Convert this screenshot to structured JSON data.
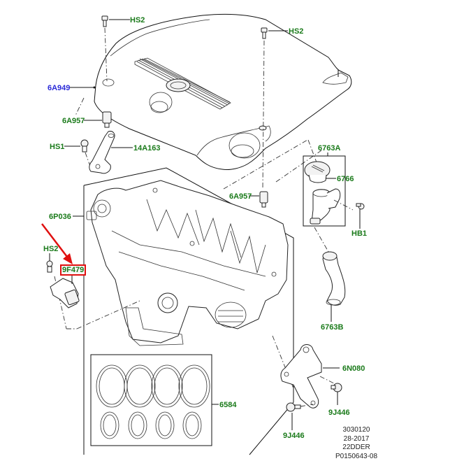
{
  "diagram": {
    "type": "exploded parts diagram",
    "subject": "Engine cover and intake manifold assembly",
    "accent_colors": {
      "label_green": "#1a7a1a",
      "label_blue": "#2a2ad8",
      "highlight_red": "#e01010"
    }
  },
  "callouts": {
    "hs2_top_left": "HS2",
    "hs2_top_right": "HS2",
    "engine_cover": "6A949",
    "grommet_left": "6A957",
    "bolt_hs1": "HS1",
    "bracket": "14A163",
    "oil_filler_assembly": "6763A",
    "filler_cap": "6766",
    "grommet_center": "6A957",
    "bolt_hb1": "HB1",
    "intake_manifold": "6P036",
    "hs2_sensor_bolt": "HS2",
    "sensor_highlighted": "9F479",
    "breather_hose": "6763B",
    "mount_bracket": "6N080",
    "bolt_right": "9J446",
    "bolt_left": "9J446",
    "gasket_kit": "6584"
  },
  "reference_block": {
    "line1": "3030120",
    "line2": "28-2017",
    "line3": "22DDER",
    "line4": "P0150643-08"
  }
}
